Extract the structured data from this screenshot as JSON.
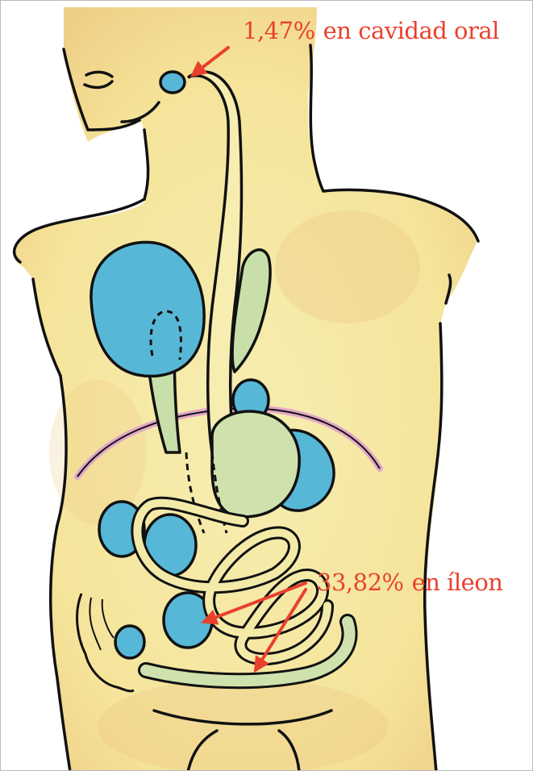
{
  "annotations": {
    "oral": {
      "value": "1,47%",
      "text": "en cavidad oral"
    },
    "ileon": {
      "value": "33,82%",
      "text": "en íleon"
    }
  },
  "colors": {
    "skin": "#f6e9a6",
    "skin_shade": "#efc98a",
    "organ_blue": "#57b7d6",
    "organ_green": "#c9dfa9",
    "diaphragm": "#e3a6c9",
    "outline": "#111111",
    "annotation": "#e8412d"
  }
}
